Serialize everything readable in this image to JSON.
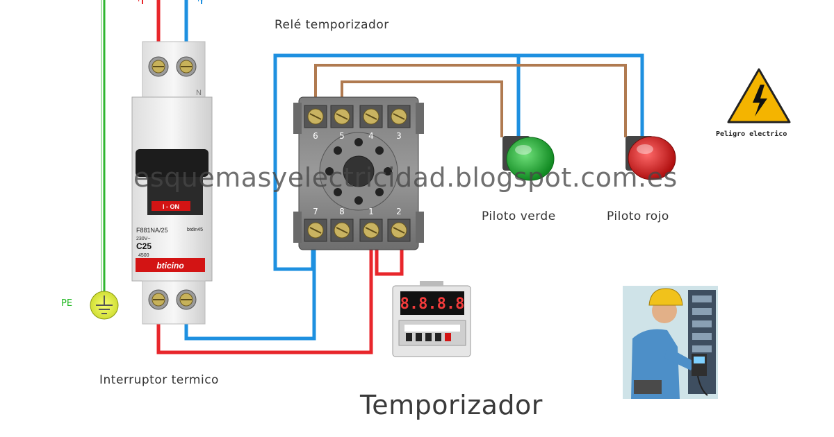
{
  "labels": {
    "relay_title": "Relé temporizador",
    "breaker": "Interruptor termico",
    "green_pilot": "Piloto verde",
    "red_pilot": "Piloto rojo",
    "pe": "PE",
    "danger": "Peligro electrico",
    "main_title": "Temporizador",
    "watermark": "esquemasyelectricidad.blogspot.com.es",
    "phase": "F",
    "neutral": "N"
  },
  "breaker_device": {
    "switch_text": "I - ON",
    "model": "F881NA/25",
    "series": "btdin45",
    "voltage": "230V~",
    "rating": "C25",
    "capacity": "4500",
    "brand": "bticino",
    "terminal_n": "N"
  },
  "relay_base": {
    "top_terminals": [
      "6",
      "5",
      "4",
      "3"
    ],
    "bottom_terminals": [
      "7",
      "8",
      "1",
      "2"
    ]
  },
  "timer_display": {
    "digits": "8.8.8.8"
  },
  "colors": {
    "live": "#e8262b",
    "neutral": "#1e90e0",
    "brown": "#b07a50",
    "earth": "#2fb52f",
    "green_pilot": "#1fa82f",
    "red_pilot": "#d01a1a",
    "warning": "#f4b400"
  }
}
